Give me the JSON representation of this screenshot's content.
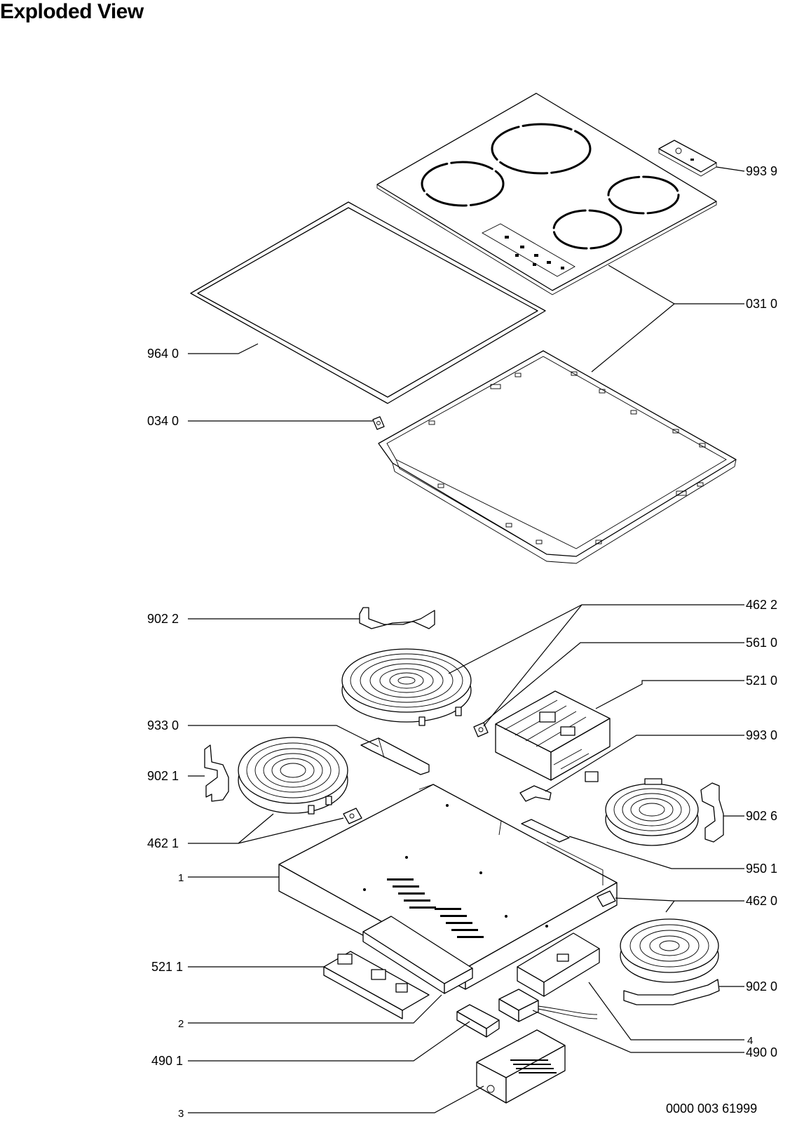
{
  "title": "Exploded View",
  "footer_code": "0000 003 61999",
  "callouts": {
    "c9939": "993 9",
    "c0310": "031 0",
    "c9640": "964 0",
    "c0340": "034 0",
    "c9022": "902 2",
    "c4622": "462 2",
    "c5610": "561 0",
    "c5210": "521 0",
    "c9330": "933 0",
    "c9930": "993 0",
    "c9021": "902 1",
    "c9026": "902 6",
    "c4621": "462 1",
    "c9501": "950 1",
    "c1": "1",
    "c4620": "462 0",
    "c5211": "521 1",
    "c9020": "902 0",
    "c2": "2",
    "c4": "4",
    "c4901": "490 1",
    "c4900": "490 0",
    "c3": "3"
  }
}
